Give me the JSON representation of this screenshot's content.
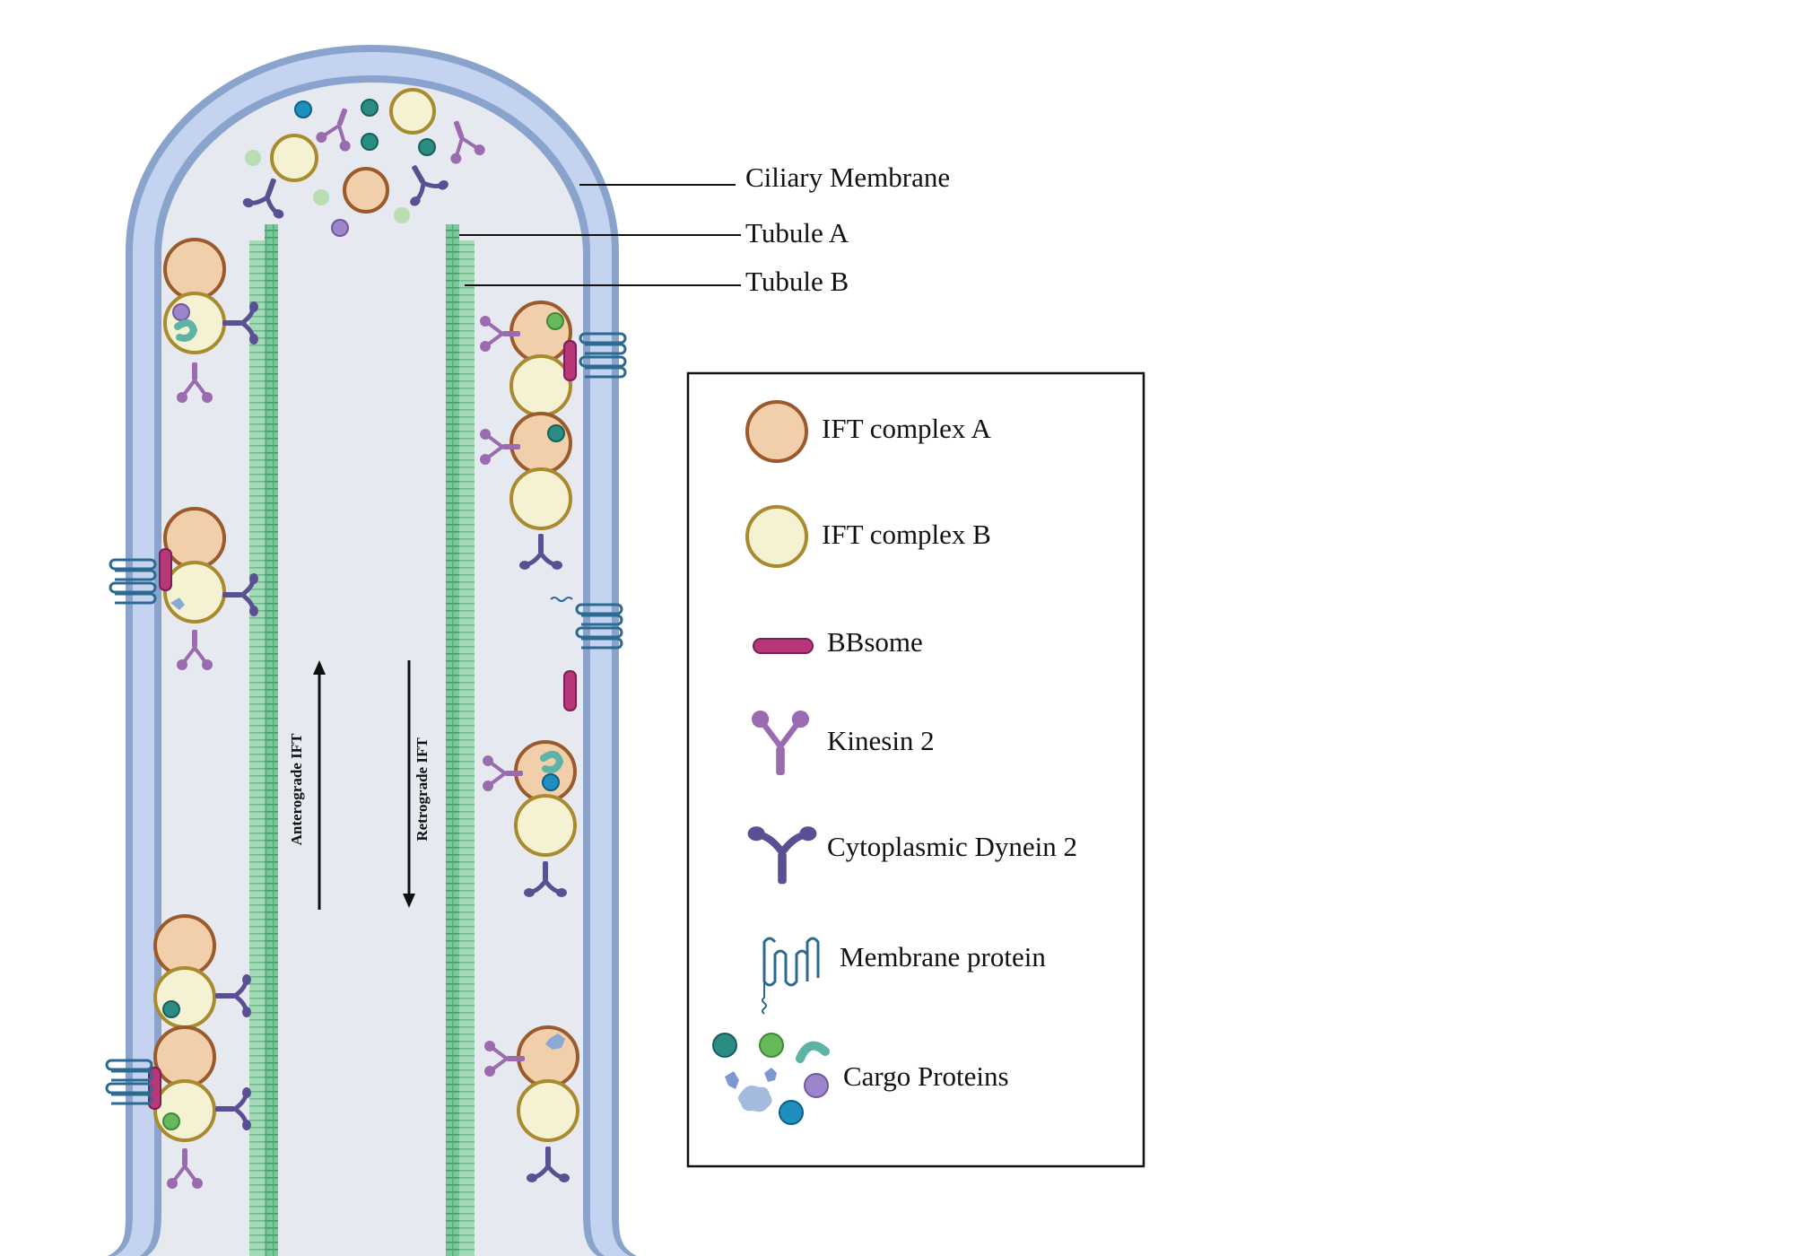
{
  "labels": {
    "ciliary_membrane": "Ciliary Membrane",
    "tubule_a": "Tubule A",
    "tubule_b": "Tubule B",
    "anterograde": "Anterograde IFT",
    "retrograde": "Retrograde IFT"
  },
  "legend": {
    "ift_a": "IFT complex A",
    "ift_b": "IFT complex B",
    "bbsome": "BBsome",
    "kinesin": "Kinesin 2",
    "dynein": "Cytoplasmic Dynein 2",
    "membrane_protein": "Membrane protein",
    "cargo": "Cargo Proteins"
  },
  "colors": {
    "membrane_outer": "#8aa3cc",
    "membrane_inner": "#c4d3f0",
    "lumen": "#e6e9f0",
    "tubule": "#4fb078",
    "ift_a_fill": "#f0cfaa",
    "ift_a_stroke": "#9a5a2c",
    "ift_b_fill": "#f5f2d3",
    "ift_b_stroke": "#a98a2e",
    "bbsome": "#b8367a",
    "kinesin": "#9b6bb0",
    "dynein": "#5a4f93",
    "membrane_protein": "#2c6a91"
  }
}
